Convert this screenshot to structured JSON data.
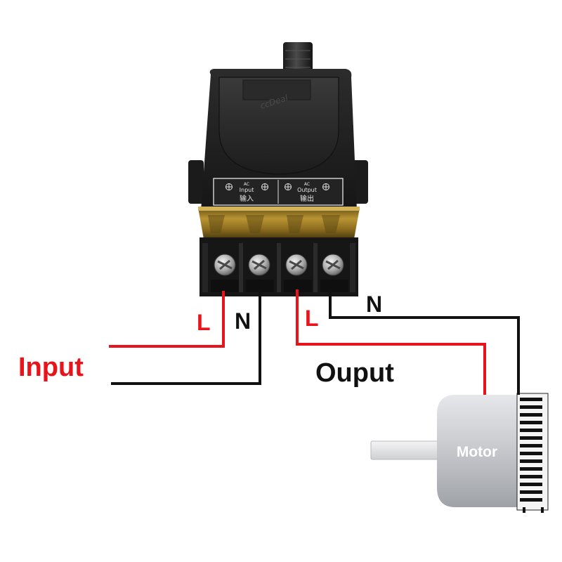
{
  "relay": {
    "panel_ac_left": "AC",
    "panel_input": "Input",
    "panel_input_cn": "输入",
    "panel_ac_right": "AC",
    "panel_output": "Output",
    "panel_output_cn": "输出",
    "watermark": "ccDeal"
  },
  "wiring": {
    "input_l": "L",
    "input_n": "N",
    "output_l": "L",
    "output_n": "N",
    "input_label": "Input",
    "output_label": "Ouput",
    "live_color": "#e8141b",
    "neutral_color": "#111111"
  },
  "motor": {
    "label": "Motor",
    "body_color": "#c9cbcf"
  }
}
